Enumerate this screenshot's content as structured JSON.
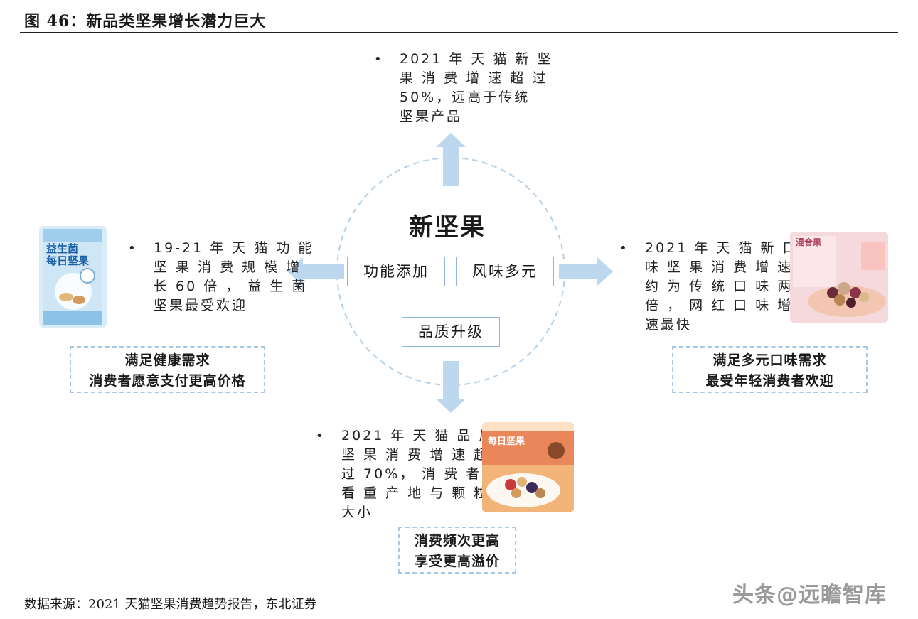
{
  "figure": {
    "title": "图 46：新品类坚果增长潜力巨大",
    "source": "数据来源：2021 天猫坚果消费趋势报告，东北证券",
    "watermark": "头条@远瞻智库"
  },
  "center": {
    "title": "新坚果",
    "tags": [
      "功能添加",
      "风味多元",
      "品质升级"
    ]
  },
  "top": {
    "lines": [
      "2021 年 天 猫 新 坚",
      "果 消 费 增 速 超 过",
      "50%，远高于传统",
      "坚果产品"
    ]
  },
  "left": {
    "lines": [
      "19-21 年 天 猫 功 能",
      "坚 果 消 费 规 模 增",
      "长 60 倍 ， 益 生 菌",
      "坚果最受欢迎"
    ],
    "summary": [
      "满足健康需求",
      "消费者愿意支付更高价格"
    ],
    "product_text": [
      "益生菌",
      "每日坚果"
    ]
  },
  "right": {
    "lines": [
      "2021 年 天 猫 新 口",
      "味 坚 果 消 费 增 速",
      "约 为 传 统 口 味 两",
      "倍 ， 网 红 口 味 增",
      "速最快"
    ],
    "summary": [
      "满足多元口味需求",
      "最受年轻消费者欢迎"
    ],
    "product_text": [
      "混合果"
    ]
  },
  "bottom": {
    "lines": [
      "2021 年 天 猫 品 质",
      "坚 果 消 费 增 速 超",
      "过 70%， 消 费 者 更",
      "看 重 产 地 与 颗 粒",
      "大小"
    ],
    "summary": [
      "消费频次更高",
      "享受更高溢价"
    ],
    "product_text": [
      "每日坚果"
    ]
  },
  "colors": {
    "arrow": "#bcd7ee",
    "circle_dash": "#b3cfe8",
    "tag_border": "#8fb6dc"
  },
  "icons": {
    "bullet": "bullet-dot-icon"
  }
}
